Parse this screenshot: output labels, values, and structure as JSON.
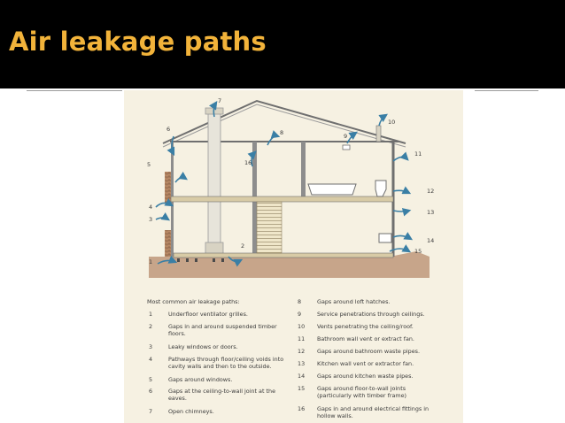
{
  "slide": {
    "title": "Air leakage paths"
  },
  "diagram": {
    "callouts": [
      "1",
      "2",
      "3",
      "4",
      "5",
      "6",
      "7",
      "8",
      "9",
      "10",
      "11",
      "12",
      "13",
      "14",
      "15",
      "16"
    ],
    "colors": {
      "panel": "#f6f1e2",
      "structure": "#6f6f6f",
      "arrow": "#3a7fa5",
      "ground": "#c7a58a",
      "chimney": "#e7e4da"
    }
  },
  "legend": {
    "heading": "Most common air leakage paths:",
    "items": [
      {
        "num": "1",
        "text": "Underfloor ventilator grilles."
      },
      {
        "num": "2",
        "text": "Gaps in and around suspended timber floors."
      },
      {
        "num": "3",
        "text": "Leaky windows or doors."
      },
      {
        "num": "4",
        "text": "Pathways through floor/ceiling voids into cavity walls and then to the outside."
      },
      {
        "num": "5",
        "text": "Gaps around windows."
      },
      {
        "num": "6",
        "text": "Gaps at the ceiling-to-wall joint at the eaves."
      },
      {
        "num": "7",
        "text": "Open chimneys."
      },
      {
        "num": "8",
        "text": "Gaps around loft hatches."
      },
      {
        "num": "9",
        "text": "Service penetrations through ceilings."
      },
      {
        "num": "10",
        "text": "Vents penetrating the ceiling/roof."
      },
      {
        "num": "11",
        "text": "Bathroom wall vent or extract fan."
      },
      {
        "num": "12",
        "text": "Gaps around bathroom waste pipes."
      },
      {
        "num": "13",
        "text": "Kitchen wall vent or extractor fan."
      },
      {
        "num": "14",
        "text": "Gaps around kitchen waste pipes."
      },
      {
        "num": "15",
        "text": "Gaps around floor-to-wall joints (particularly with timber frame)"
      },
      {
        "num": "16",
        "text": "Gaps in and around electrical fittings in hollow walls."
      }
    ]
  }
}
